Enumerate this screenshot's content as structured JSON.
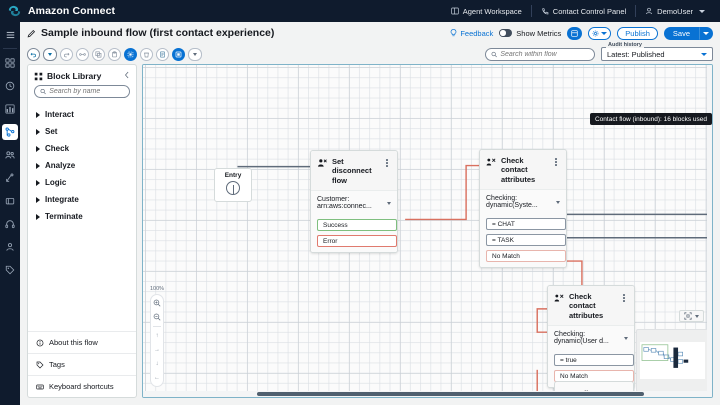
{
  "topnav": {
    "brand": "Amazon Connect",
    "items": [
      {
        "label": "Agent Workspace",
        "icon": "window-icon"
      },
      {
        "label": "Contact Control Panel",
        "icon": "phone-icon"
      },
      {
        "label": "DemoUser",
        "icon": "user-icon"
      }
    ]
  },
  "rail": {
    "menu_icon": "hamburger-icon",
    "items": [
      {
        "name": "dashboard-icon",
        "active": false
      },
      {
        "name": "clock-icon",
        "active": false
      },
      {
        "name": "analytics-chart-icon",
        "active": false
      },
      {
        "name": "flows-icon",
        "active": true
      },
      {
        "name": "users-icon",
        "active": false
      },
      {
        "name": "routing-icon",
        "active": false
      },
      {
        "name": "channels-icon",
        "active": false
      },
      {
        "name": "headset-icon",
        "active": false
      },
      {
        "name": "agent-icon",
        "active": false
      },
      {
        "name": "tag-icon",
        "active": false
      }
    ]
  },
  "header": {
    "pencil_icon": "pencil-icon",
    "title": "Sample inbound flow (first contact experience)",
    "feedback": "Feedback",
    "feedback_icon": "bulb-icon",
    "show_metrics": "Show Metrics",
    "metrics_toggle_on": false,
    "layout_icon": "layout-icon",
    "gear_icon": "gear-icon",
    "publish": "Publish",
    "save": "Save",
    "save_caret_icon": "chevron-down-icon"
  },
  "toolbar": {
    "buttons": [
      {
        "name": "undo-button",
        "icon": "undo-icon"
      },
      {
        "name": "undo-history-dropdown",
        "icon": "chevron-down-icon"
      },
      {
        "name": "redo-button",
        "icon": "redo-icon"
      },
      {
        "name": "cut-button",
        "icon": "scissors-icon"
      },
      {
        "name": "copy-button",
        "icon": "copy-icon"
      },
      {
        "name": "paste-button",
        "icon": "paste-icon"
      },
      {
        "name": "select-all-button",
        "icon": "select-all-icon"
      },
      {
        "name": "delete-button",
        "icon": "trash-icon"
      },
      {
        "name": "notes-button",
        "icon": "notes-icon"
      },
      {
        "name": "layout-button",
        "icon": "auto-layout-icon"
      },
      {
        "name": "layout-dropdown",
        "icon": "chevron-down-icon"
      }
    ],
    "search_placeholder": "Search within flow",
    "search_value": "",
    "search_icon": "search-icon",
    "audit_legend": "Audit history",
    "audit_value": "Latest: Published"
  },
  "tooltip": "Contact flow (inbound): 16 blocks used",
  "library": {
    "icon": "grid-icon",
    "title": "Block Library",
    "collapse_icon": "chevron-left-icon",
    "search_placeholder": "Search by name",
    "search_value": "",
    "search_icon": "search-icon",
    "categories": [
      {
        "label": "Interact"
      },
      {
        "label": "Set"
      },
      {
        "label": "Check"
      },
      {
        "label": "Analyze"
      },
      {
        "label": "Logic"
      },
      {
        "label": "Integrate"
      },
      {
        "label": "Terminate"
      }
    ],
    "footer": [
      {
        "label": "About this flow",
        "icon": "info-icon"
      },
      {
        "label": "Tags",
        "icon": "tag-icon"
      },
      {
        "label": "Keyboard shortcuts",
        "icon": "keyboard-icon"
      }
    ]
  },
  "canvas": {
    "entry": {
      "label": "Entry",
      "icon": "entry-icon"
    },
    "nodes": [
      {
        "id": "set-disconnect-flow",
        "title": "Set disconnect flow",
        "icon": "set-disconnect-icon",
        "menu_icon": "kebab-menu-icon",
        "subtitle": "Customer: arn:aws:connec...",
        "subtitle_caret": "chevron-down-icon",
        "ports": [
          {
            "label": "Success",
            "type": "ok"
          },
          {
            "label": "Error",
            "type": "err"
          }
        ]
      },
      {
        "id": "check-contact-attributes-1",
        "title": "Check contact attributes",
        "icon": "check-attributes-icon",
        "menu_icon": "kebab-menu-icon",
        "subtitle": "Checking: dynamic(Syste...",
        "subtitle_caret": "chevron-down-icon",
        "ports": [
          {
            "label": "= CHAT",
            "type": "cond"
          },
          {
            "label": "= TASK",
            "type": "cond"
          },
          {
            "label": "No Match",
            "type": "nomatch"
          }
        ]
      },
      {
        "id": "check-contact-attributes-2",
        "title": "Check contact attributes",
        "icon": "check-attributes-icon",
        "menu_icon": "kebab-menu-icon",
        "subtitle": "Checking: dynamic(User d...",
        "subtitle_caret": "chevron-down-icon",
        "ports": [
          {
            "label": "= true",
            "type": "cond"
          },
          {
            "label": "No Match",
            "type": "nomatch"
          }
        ]
      }
    ],
    "partial_node_label": "attributes",
    "partial_node_icon": "attributes-icon",
    "zoom_level": "100%",
    "zoom_in_icon": "zoom-in-icon",
    "zoom_out_icon": "zoom-out-icon",
    "pan_keys": [
      "↑",
      "→",
      "↓",
      "←"
    ],
    "minimap_toggle_icon": "minimap-icon",
    "minimap_caret_icon": "chevron-down-icon"
  },
  "colors": {
    "accent": "#0972d3",
    "navy": "#0f1b2d",
    "success_port": "#7fbf7f",
    "error_port": "#e07a6e",
    "link_gray": "#5f6b7a",
    "link_red": "#d9705f"
  }
}
